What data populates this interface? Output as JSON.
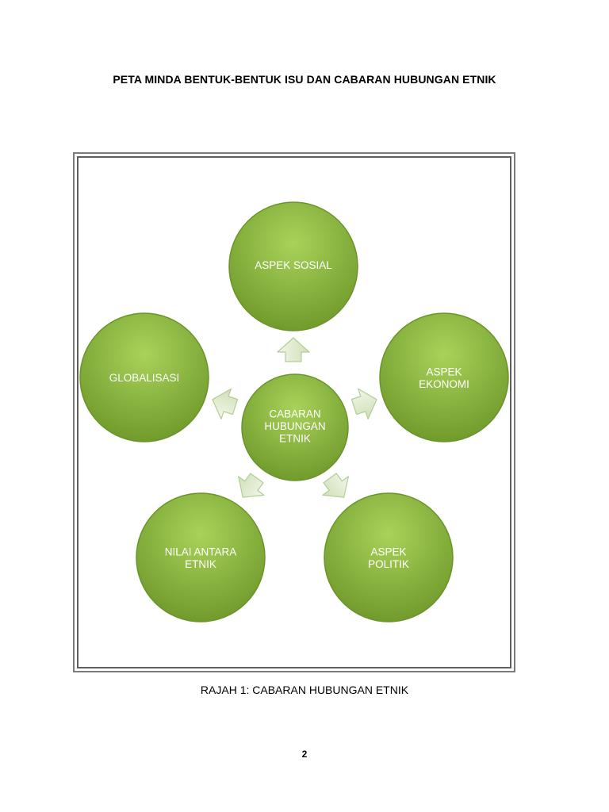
{
  "document": {
    "title": "PETA MINDA BENTUK-BENTUK ISU DAN  CABARAN HUBUNGAN ETNIK",
    "caption": "RAJAH 1: CABARAN HUBUNGAN ETNIK",
    "page_number": "2"
  },
  "diagram": {
    "type": "radial-mind-map",
    "center": {
      "label_lines": [
        "CABARAN",
        "HUBUNGAN",
        "ETNIK"
      ]
    },
    "nodes": [
      {
        "id": "aspek-sosial",
        "label_lines": [
          "ASPEK SOSIAL"
        ]
      },
      {
        "id": "aspek-ekonomi",
        "label_lines": [
          "ASPEK",
          "EKONOMI"
        ]
      },
      {
        "id": "aspek-politik",
        "label_lines": [
          "ASPEK",
          "POLITIK"
        ]
      },
      {
        "id": "nilai-antara-etnik",
        "label_lines": [
          "NILAI ANTARA",
          "ETNIK"
        ]
      },
      {
        "id": "globalisasi",
        "label_lines": [
          "GLOBALISASI"
        ]
      }
    ],
    "colors": {
      "circle_fill_light": "#a9d25a",
      "circle_fill_dark": "#6f9a2b",
      "circle_stroke": "#6a942a",
      "arrow_fill_light": "#f2f7ea",
      "arrow_fill_dark": "#cddfb6",
      "arrow_stroke": "#b3cd95",
      "label_color": "#ffffff"
    }
  }
}
